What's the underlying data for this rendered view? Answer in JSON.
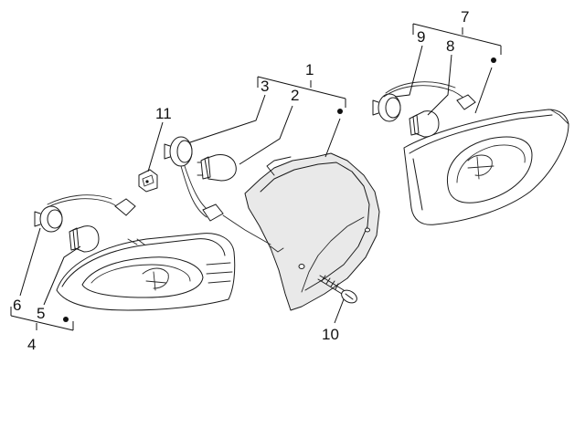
{
  "callouts": [
    {
      "id": "label-1",
      "text": "1"
    },
    {
      "id": "label-2",
      "text": "2"
    },
    {
      "id": "label-3",
      "text": "3"
    },
    {
      "id": "label-4",
      "text": "4"
    },
    {
      "id": "label-5",
      "text": "5"
    },
    {
      "id": "label-6",
      "text": "6"
    },
    {
      "id": "label-7",
      "text": "7"
    },
    {
      "id": "label-8",
      "text": "8"
    },
    {
      "id": "label-9",
      "text": "9"
    },
    {
      "id": "label-10",
      "text": "10"
    },
    {
      "id": "label-11",
      "text": "11"
    }
  ],
  "colors": {
    "line": "#1a1a1a",
    "shade": "#e9e9e9",
    "background": "#ffffff"
  }
}
